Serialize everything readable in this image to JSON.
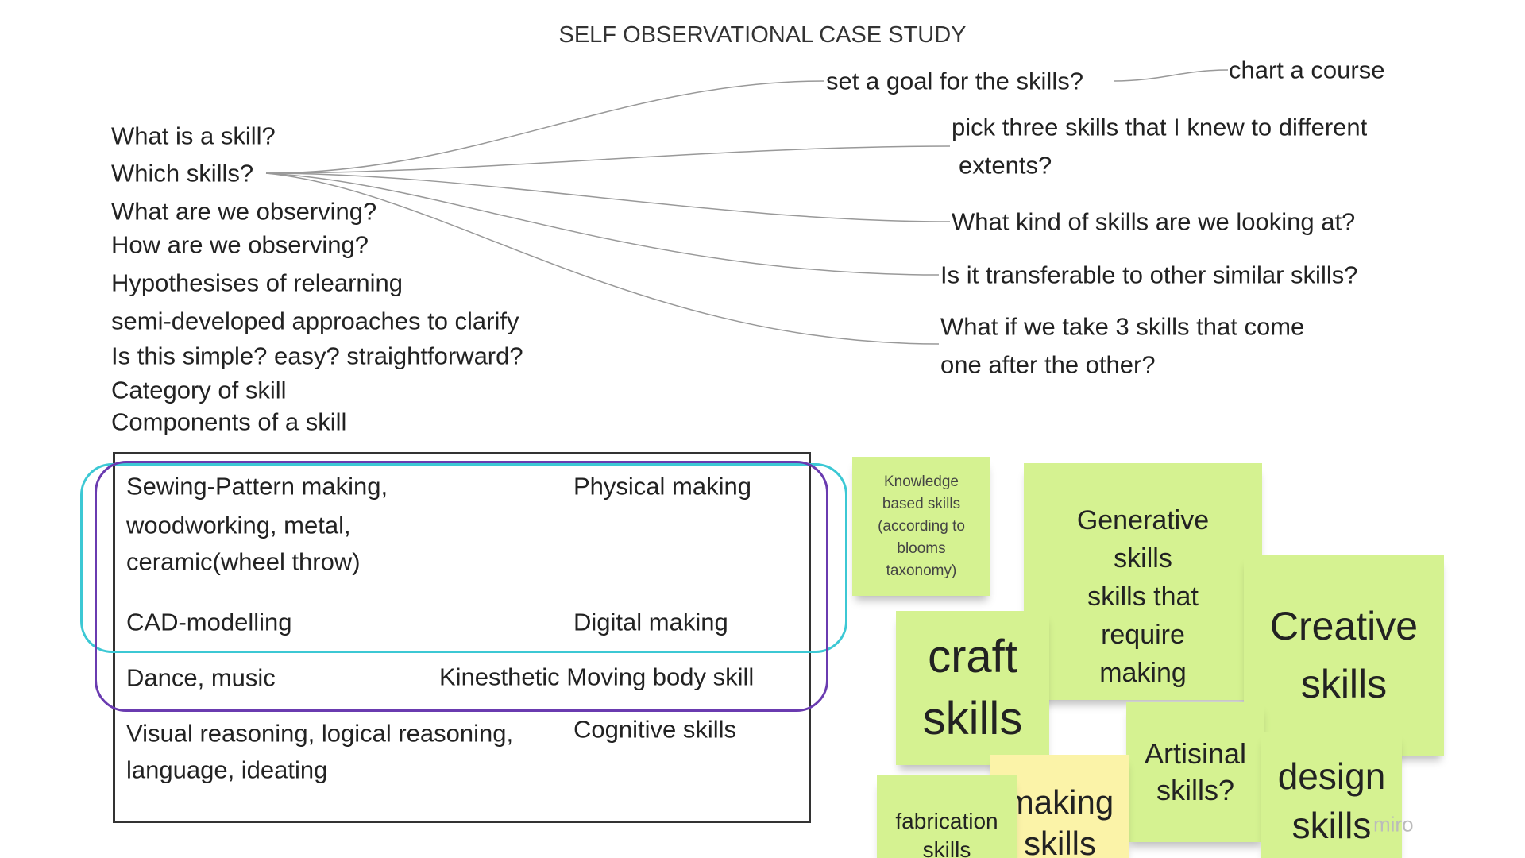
{
  "title": "SELF OBSERVATIONAL CASE STUDY",
  "left_list": [
    "What is a skill?",
    "Which skills?",
    "What are we observing?",
    "How are we observing?",
    "Hypothesises of relearning",
    "semi-developed approaches to clarify",
    "Is this simple? easy? straightforward?",
    "Category of skill",
    "Components of a skill"
  ],
  "branches": {
    "goal": "set a goal for the skills?",
    "chart_course": "chart a course",
    "pick_three_1": "pick three skills that I knew to different",
    "pick_three_2": "extents?",
    "what_kind": "What kind of skills are we looking at?",
    "transferable": "Is it transferable to other similar skills?",
    "what_if_1": "What if we take 3 skills that come",
    "what_if_2": "one after the other?"
  },
  "table": {
    "rows": [
      {
        "examples": [
          "Sewing-Pattern making,",
          "woodworking, metal,",
          "ceramic(wheel throw)"
        ],
        "category": "Physical making"
      },
      {
        "examples": [
          "CAD-modelling"
        ],
        "category": "Digital making"
      },
      {
        "examples": [
          "Dance, music"
        ],
        "category": "Kinesthetic Moving body skill"
      },
      {
        "examples": [
          "Visual reasoning, logical reasoning,",
          "language, ideating"
        ],
        "category": "Cognitive skills"
      }
    ]
  },
  "stickies": {
    "knowledge": [
      "Knowledge",
      "based skills",
      "(according to",
      "blooms",
      "taxonomy)"
    ],
    "generative": [
      "Generative",
      "skills",
      "skills that",
      "require",
      "making"
    ],
    "creative": [
      "Creative",
      "skills"
    ],
    "craft": [
      "craft",
      "skills"
    ],
    "artisinal": [
      "Artisinal",
      "skills?"
    ],
    "design": [
      "design",
      "skills"
    ],
    "making": [
      "making",
      "skills"
    ],
    "fabrication": [
      "fabrication",
      "skills"
    ]
  },
  "watermark": "miro",
  "colors": {
    "sticky_green": "#d5f291",
    "sticky_yellow": "#fbf3a8",
    "cyan_ring": "#3cc8d4",
    "purple_ring": "#6a3bb0"
  }
}
